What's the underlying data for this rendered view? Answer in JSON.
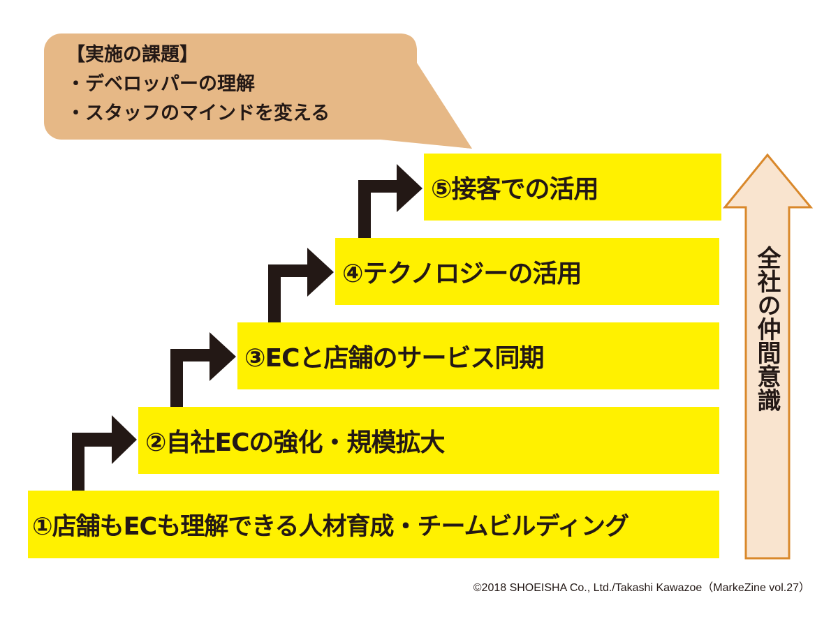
{
  "colors": {
    "step": "#fff100",
    "bubble": "#e6b886",
    "arrow": "#231815",
    "big_arrow_fill": "#f9e4cf",
    "big_arrow_stroke": "#d9882b"
  },
  "bubble": {
    "title": "【実施の課題】",
    "items": [
      "・デベロッパーの理解",
      "・スタッフのマインドを変える"
    ]
  },
  "steps": [
    "①店舗もECも理解できる人材育成・チームビルディング",
    "②自社ECの強化・規模拡大",
    "③ECと店舗のサービス同期",
    "④テクノロジーの活用",
    "⑤接客での活用"
  ],
  "side_arrow_label": "全社の仲間意識",
  "credit": "©2018 SHOEISHA Co., Ltd./Takashi Kawazoe（MarkeZine vol.27）"
}
